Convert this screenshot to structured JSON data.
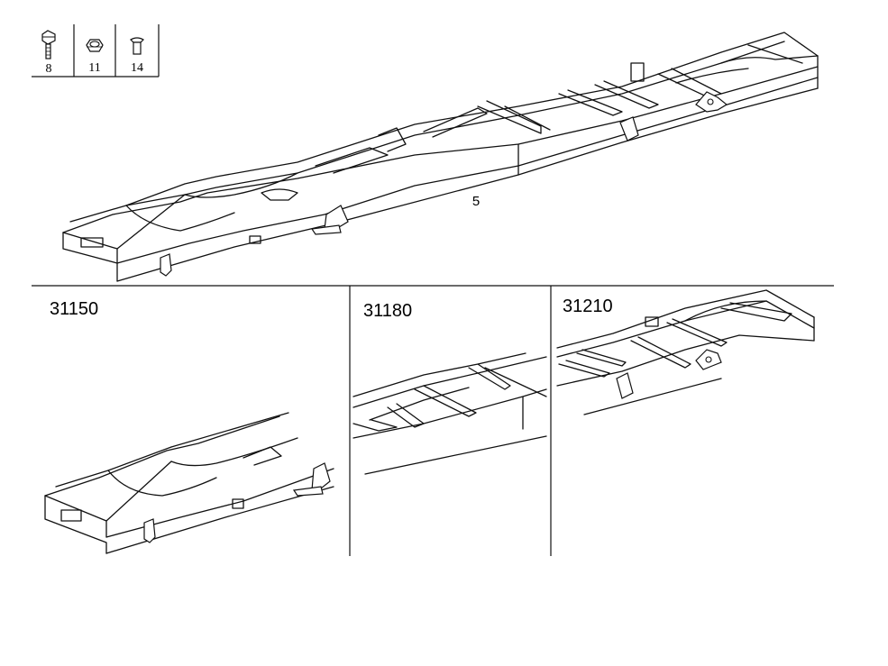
{
  "hardware_legend": [
    {
      "number": "8",
      "icon": "bolt-icon"
    },
    {
      "number": "11",
      "icon": "nut-icon"
    },
    {
      "number": "14",
      "icon": "rivet-icon"
    }
  ],
  "main_view": {
    "part_callout": "5"
  },
  "detail_views": [
    {
      "number": "31150"
    },
    {
      "number": "31180"
    },
    {
      "number": "31210"
    }
  ]
}
